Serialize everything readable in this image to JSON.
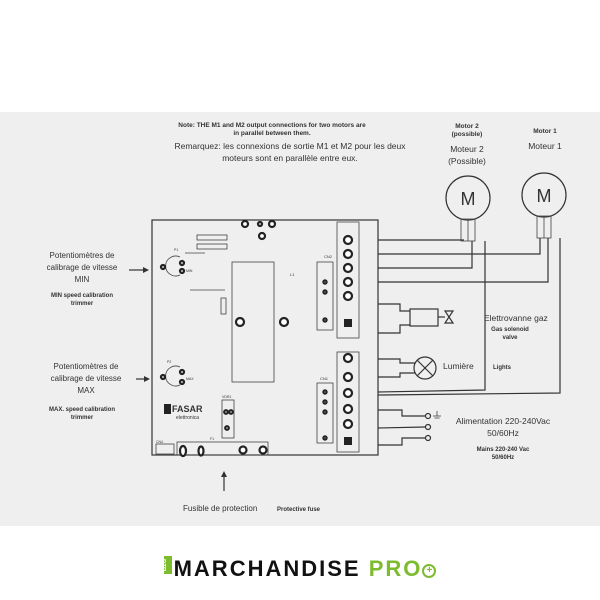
{
  "note": {
    "en_line1": "Note: THE M1 and M2 output connections for two motors are",
    "en_line2": "in parallel between them.",
    "fr_line1": "Remarquez: les connexions de sortie M1 et M2 pour les deux",
    "fr_line2": "moteurs sont en parallèle entre eux."
  },
  "motor2": {
    "en_line1": "Motor 2",
    "en_line2": "(possible)",
    "fr_line1": "Moteur 2",
    "fr_line2": "(Possible)",
    "symbol": "M"
  },
  "motor1": {
    "en": "Motor 1",
    "fr": "Moteur 1",
    "symbol": "M"
  },
  "min_trimmer": {
    "fr_line1": "Potentiomètres de",
    "fr_line2": "calibrage de vitesse",
    "fr_line3": "MIN",
    "en_line1": "MIN speed calibration",
    "en_line2": "trimmer"
  },
  "max_trimmer": {
    "fr_line1": "Potentiomètres de",
    "fr_line2": "calibrage de vitesse",
    "fr_line3": "MAX",
    "en_line1": "MAX. speed calibration",
    "en_line2": "trimmer"
  },
  "gas_valve": {
    "fr": "Elettrovanne gaz",
    "en_line1": "Gas solenoid",
    "en_line2": "valve"
  },
  "lights": {
    "fr": "Lumière",
    "en": "Lights"
  },
  "mains": {
    "fr_line1": "Alimentation 220-240Vac",
    "fr_line2": "50/60Hz",
    "en_line1": "Mains 220-240 Vac",
    "en_line2": "50/60Hz"
  },
  "fuse": {
    "fr": "Fusible de protection",
    "en": "Protective fuse"
  },
  "board": {
    "brand": "FASAR",
    "brand_sub": "elettronica",
    "labels": {
      "cn2": "CN2",
      "cn1": "CN1",
      "cn4": "CN4",
      "f1": "F1",
      "l1": "L1",
      "vdr": "VDR1",
      "p1": "P1",
      "p2": "P2",
      "r1": "R1",
      "min": "MIN",
      "max": "MAX"
    }
  },
  "logo": {
    "badge": "DTR",
    "main": "MARCHANDISE",
    "accent": "PRO"
  }
}
